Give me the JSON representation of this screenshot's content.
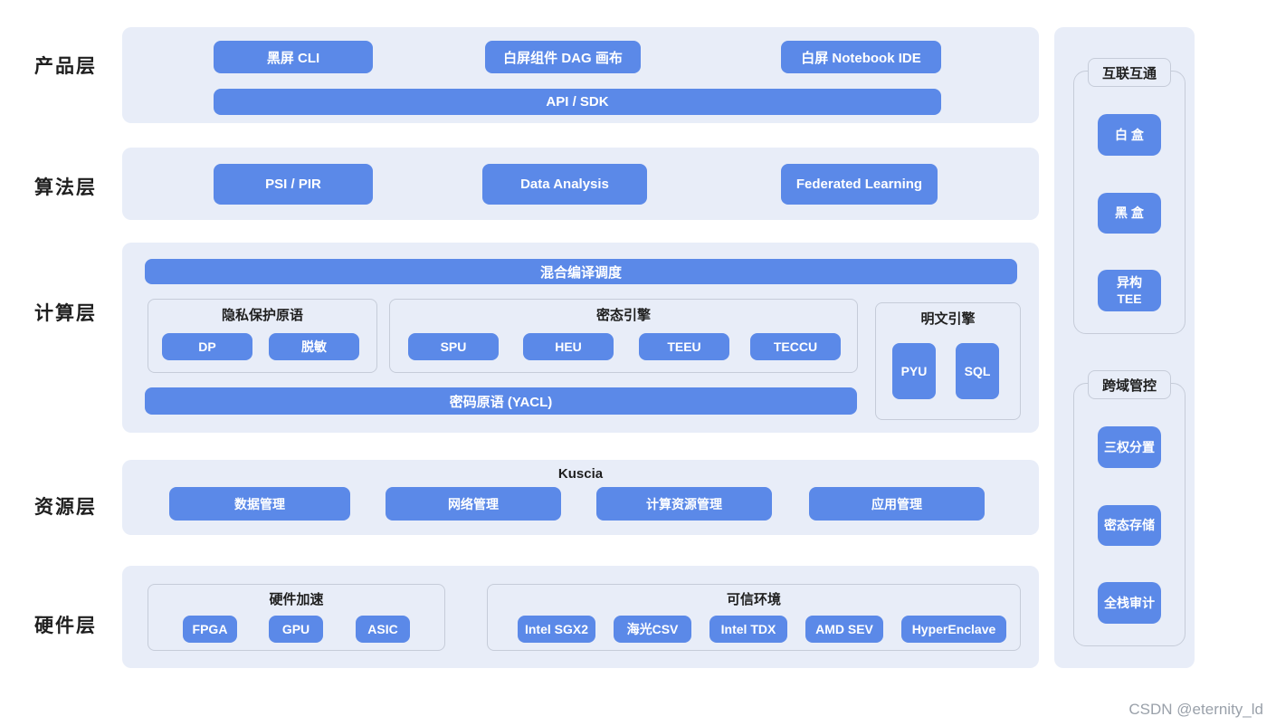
{
  "colors": {
    "accent_blue": "#5b89e8",
    "panel_bg": "#e8edf8",
    "box_border": "#c6ccd9",
    "text_dark": "#1f1f1f",
    "button_text": "#ffffff",
    "watermark_gray": "#9aa1aa"
  },
  "rows": {
    "product": {
      "label": "产品层",
      "btn1": "黑屏 CLI",
      "btn2": "白屏组件 DAG 画布",
      "btn3": "白屏 Notebook IDE",
      "bar": "API / SDK"
    },
    "algorithm": {
      "label": "算法层",
      "btn1": "PSI / PIR",
      "btn2": "Data Analysis",
      "btn3": "Federated Learning"
    },
    "compute": {
      "label": "计算层",
      "scheduler_bar": "混合编译调度",
      "privacy_group": {
        "title": "隐私保护原语",
        "btn1": "DP",
        "btn2": "脱敏"
      },
      "cipher_group": {
        "title": "密态引擎",
        "btn1": "SPU",
        "btn2": "HEU",
        "btn3": "TEEU",
        "btn4": "TECCU"
      },
      "plain_group": {
        "title": "明文引擎",
        "btn1": "PYU",
        "btn2": "SQL"
      },
      "crypto_bar": "密码原语 (YACL)"
    },
    "resource": {
      "label": "资源层",
      "title": "Kuscia",
      "btn1": "数据管理",
      "btn2": "网络管理",
      "btn3": "计算资源管理",
      "btn4": "应用管理"
    },
    "hardware": {
      "label": "硬件层",
      "accel_group": {
        "title": "硬件加速",
        "btn1": "FPGA",
        "btn2": "GPU",
        "btn3": "ASIC"
      },
      "tee_group": {
        "title": "可信环境",
        "btn1": "Intel SGX2",
        "btn2": "海光CSV",
        "btn3": "Intel TDX",
        "btn4": "AMD SEV",
        "btn5": "HyperEnclave"
      }
    }
  },
  "sidebar": {
    "interconnect": {
      "title": "互联互通",
      "btn1": "白 盒",
      "btn2": "黑 盒",
      "btn3": "异构\nTEE"
    },
    "governance": {
      "title": "跨域管控",
      "btn1": "三权分置",
      "btn2": "密态存储",
      "btn3": "全栈审计"
    }
  },
  "watermark": "CSDN @eternity_ld"
}
